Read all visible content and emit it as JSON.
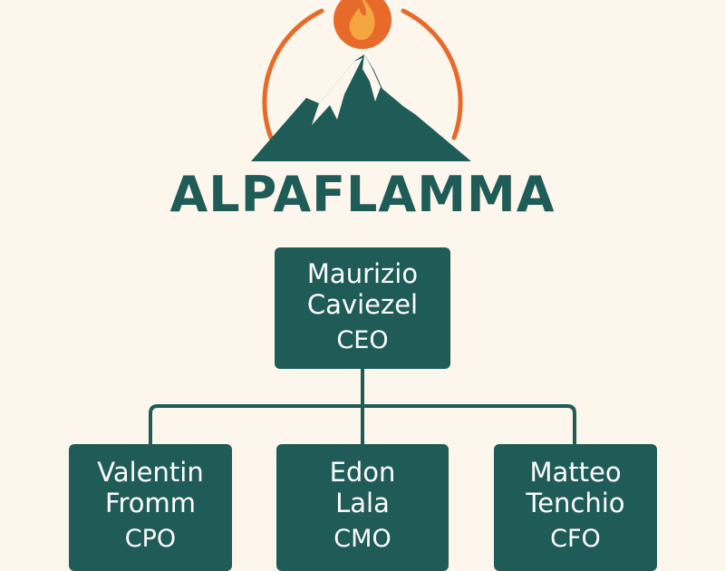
{
  "colors": {
    "background": "#fcf6ec",
    "primary": "#1f5c58",
    "accent": "#e86a2a",
    "flame_inner": "#f4a640"
  },
  "logo": {
    "icon": "mountain-flame-icon",
    "brand_name": "ALPAFLAMMA"
  },
  "org_chart": {
    "root": {
      "name_line1": "Maurizio",
      "name_line2": "Caviezel",
      "role": "CEO"
    },
    "children": [
      {
        "name_line1": "Valentin",
        "name_line2": "Fromm",
        "role": "CPO"
      },
      {
        "name_line1": "Edon",
        "name_line2": "Lala",
        "role": "CMO"
      },
      {
        "name_line1": "Matteo",
        "name_line2": "Tenchio",
        "role": "CFO"
      }
    ]
  }
}
